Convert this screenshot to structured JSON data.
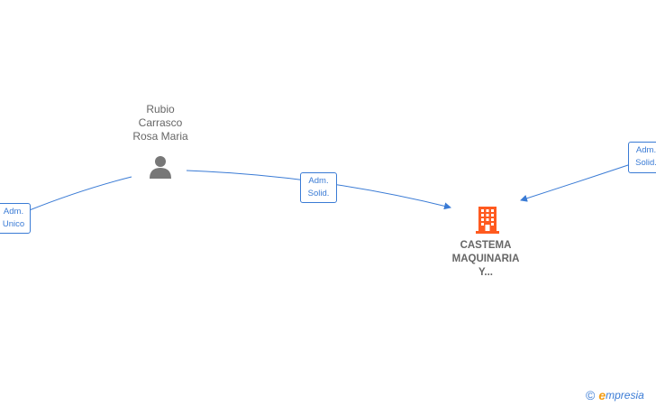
{
  "person": {
    "name_lines": [
      "Rubio",
      "Carrasco",
      "Rosa Maria"
    ]
  },
  "company": {
    "name_lines": [
      "CASTEMA",
      "MAQUINARIA",
      "Y..."
    ],
    "icon_color": "#ff5a1f"
  },
  "roles": {
    "left": [
      "Adm.",
      "Unico"
    ],
    "middle": [
      "Adm.",
      "Solid."
    ],
    "right": [
      "Adm.",
      "Solid."
    ]
  },
  "brand": {
    "copyright_symbol": "©",
    "e_letter": "e",
    "rest": "mpresia"
  },
  "colors": {
    "edge": "#3a7bd5",
    "person_icon": "#777777"
  }
}
